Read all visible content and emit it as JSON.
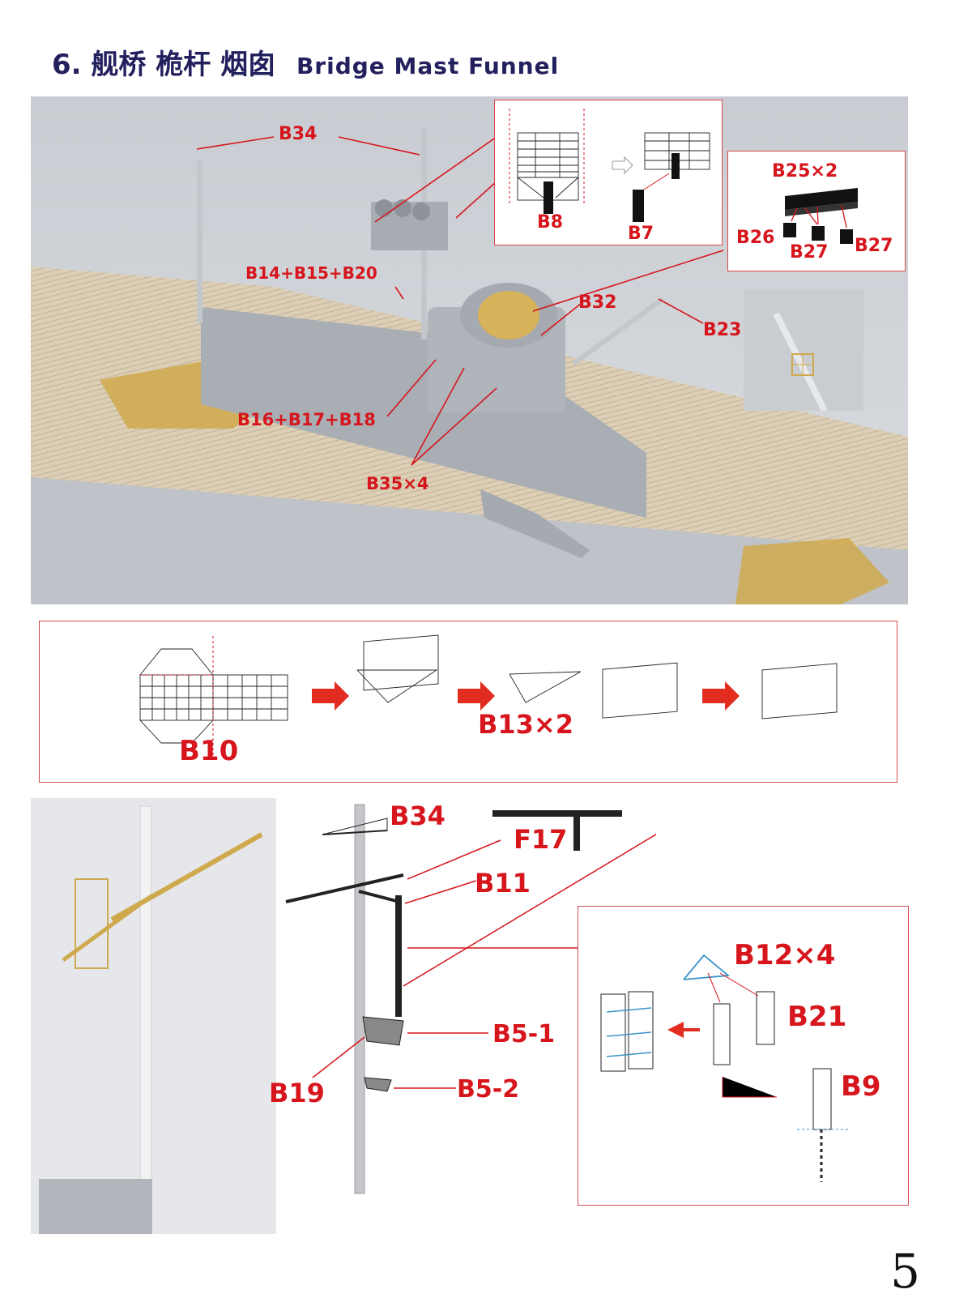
{
  "page": {
    "section_number": "6.",
    "title_cn": "舰桥 桅杆 烟囱",
    "title_en": "Bridge Mast Funnel",
    "page_number": "5"
  },
  "photo_top": {
    "labels": {
      "b34": "B34",
      "b14_15_20": "B14+B15+B20",
      "b16_17_18": "B16+B17+B18",
      "b35": "B35×4",
      "b32": "B32",
      "b23": "B23"
    },
    "inset_b8_b7": {
      "b8": "B8",
      "b7": "B7"
    },
    "inset_b25": {
      "b25": "B25×2",
      "b26": "B26",
      "b27a": "B27",
      "b27b": "B27"
    }
  },
  "panel_b10": {
    "b10": "B10",
    "b13": "B13×2"
  },
  "mast_diagram": {
    "b34": "B34",
    "f17": "F17",
    "b11": "B11",
    "b5_1": "B5-1",
    "b19": "B19",
    "b5_2": "B5-2"
  },
  "panel_b12": {
    "b12": "B12×4",
    "b21": "B21",
    "b9": "B9"
  },
  "colors": {
    "title": "#23205e",
    "label_red": "#d6161c",
    "frame_red": "#d84a4a",
    "deck_wood": "#d9cbb0",
    "hull_grey": "#bfc2c8"
  }
}
